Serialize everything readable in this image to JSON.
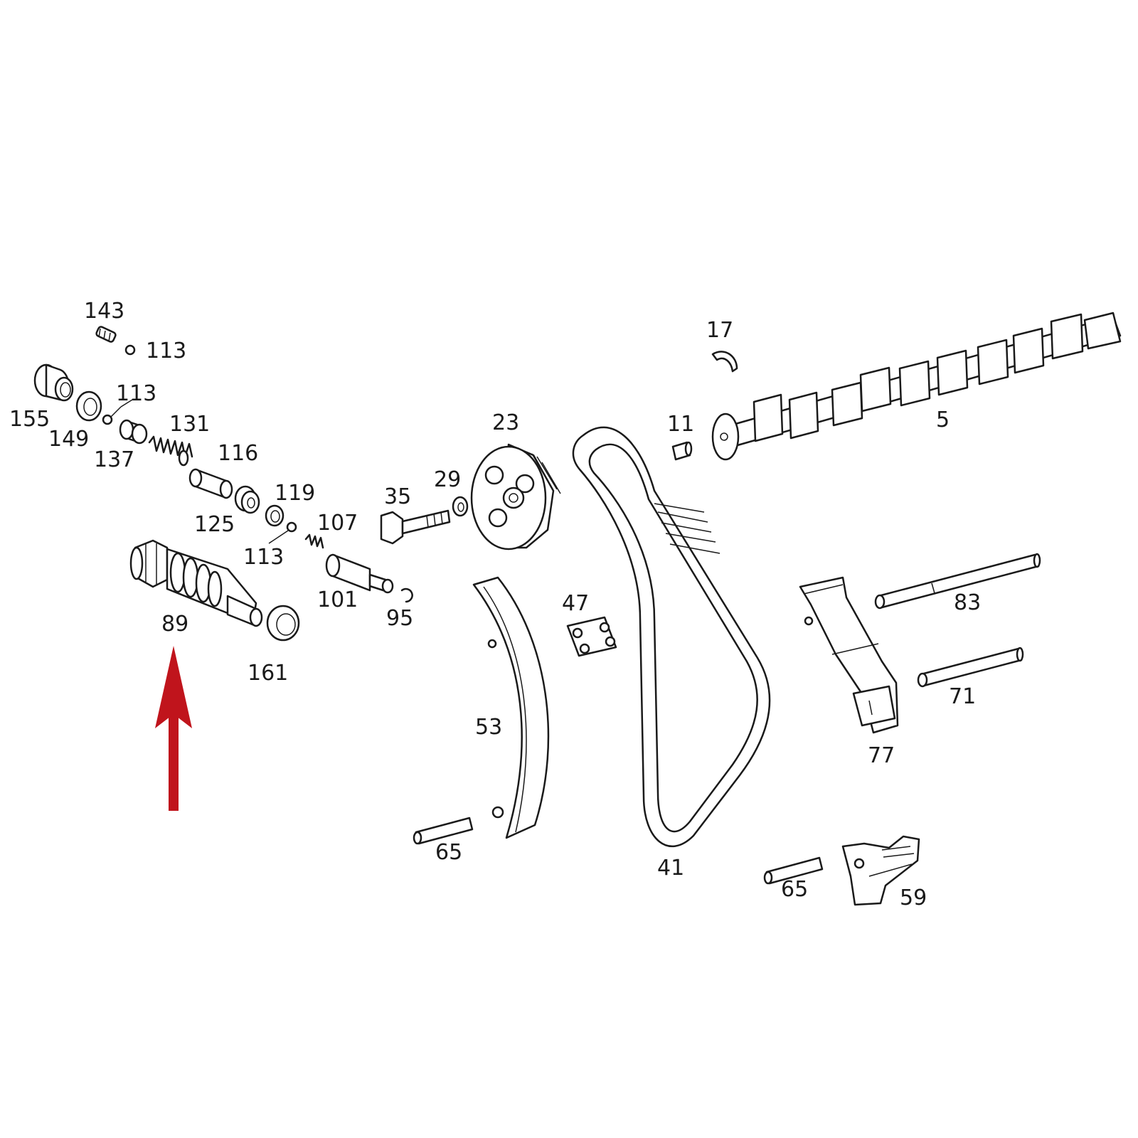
{
  "diagram": {
    "callouts": {
      "c143": "143",
      "c113a": "113",
      "c113b": "113",
      "c113c": "113",
      "c155": "155",
      "c149": "149",
      "c137": "137",
      "c131": "131",
      "c116": "116",
      "c125": "125",
      "c119": "119",
      "c107": "107",
      "c101": "101",
      "c95": "95",
      "c89": "89",
      "c161": "161",
      "c35": "35",
      "c29": "29",
      "c23": "23",
      "c17": "17",
      "c11": "11",
      "c5": "5",
      "c47": "47",
      "c53": "53",
      "c41": "41",
      "c83": "83",
      "c71": "71",
      "c77": "77",
      "c65a": "65",
      "c65b": "65",
      "c59": "59"
    },
    "arrow_color": "#c0141c",
    "line_color": "#1a1a1a"
  }
}
